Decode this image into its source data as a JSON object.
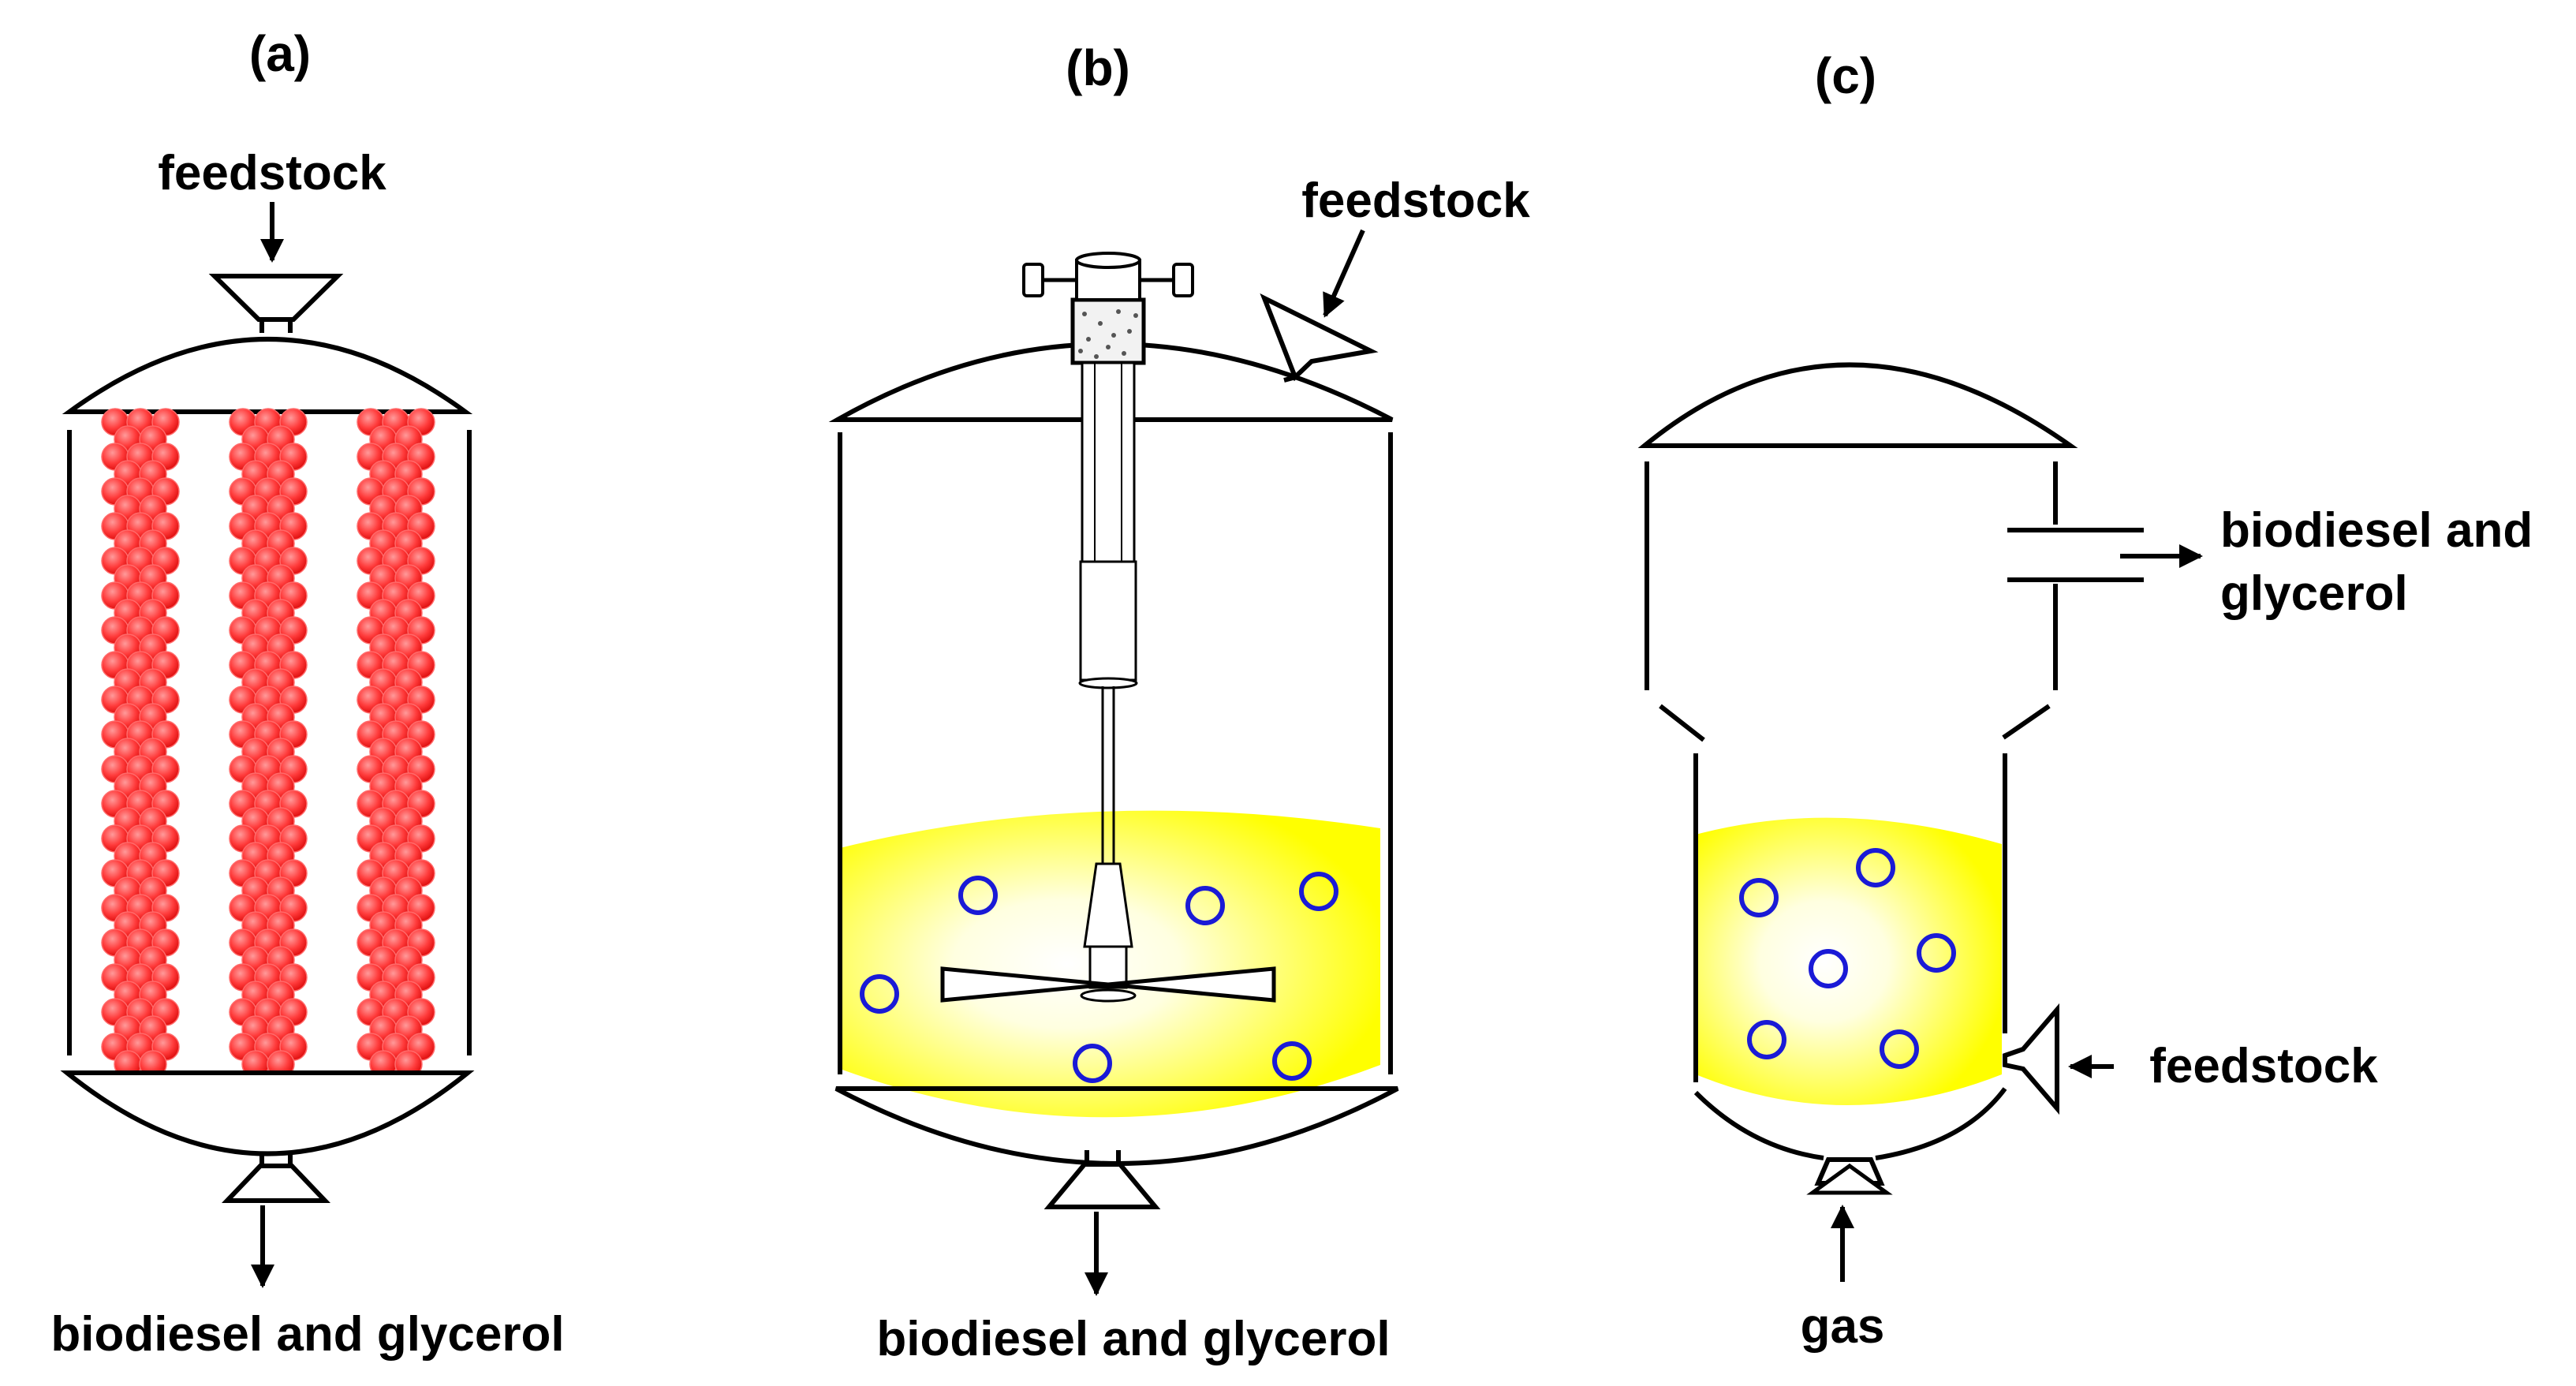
{
  "colors": {
    "outline": "#000000",
    "beads": "#ff3b3b",
    "liquid": "#ffff00",
    "bubble": "#1a1ad6",
    "background": "#ffffff"
  },
  "panels": [
    {
      "id": "a",
      "label": "(a)",
      "inlet_label": "feedstock",
      "outlet_label": "biodiesel and glycerol"
    },
    {
      "id": "b",
      "label": "(b)",
      "inlet_label": "feedstock",
      "outlet_label": "biodiesel and glycerol"
    },
    {
      "id": "c",
      "label": "(c)",
      "outlet_label_line1": "biodiesel and",
      "outlet_label_line2": "glycerol",
      "feed_label": "feedstock",
      "gas_label": "gas"
    }
  ]
}
